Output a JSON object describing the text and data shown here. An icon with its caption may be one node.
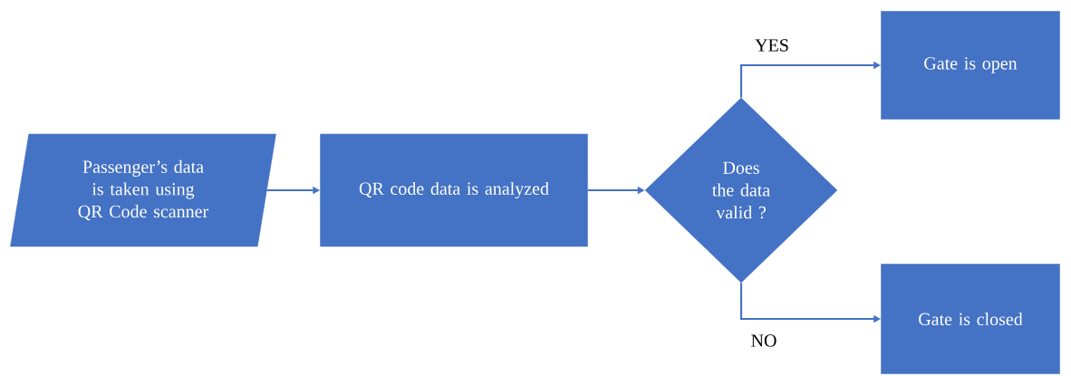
{
  "diagram": {
    "nodes": [
      {
        "text": [
          "Passenger’s data is taken using QR Code scanner"
        ]
      },
      {
        "text": [
          "QR code data is analyzed"
        ]
      },
      {
        "text": [
          "Does the data valid ?"
        ]
      },
      {
        "text": [
          "Gate is open"
        ]
      },
      {
        "text": [
          "Gate is closed"
        ]
      }
    ],
    "edges": [
      {
        "from": 0,
        "to": 1,
        "arrow": "to"
      },
      {
        "from": 1,
        "to": 2,
        "arrow": "to"
      },
      {
        "from": 2,
        "to": 3,
        "arrow": "to",
        "label": "YES"
      },
      {
        "from": 2,
        "to": 4,
        "arrow": "to",
        "label": "NO"
      }
    ]
  }
}
